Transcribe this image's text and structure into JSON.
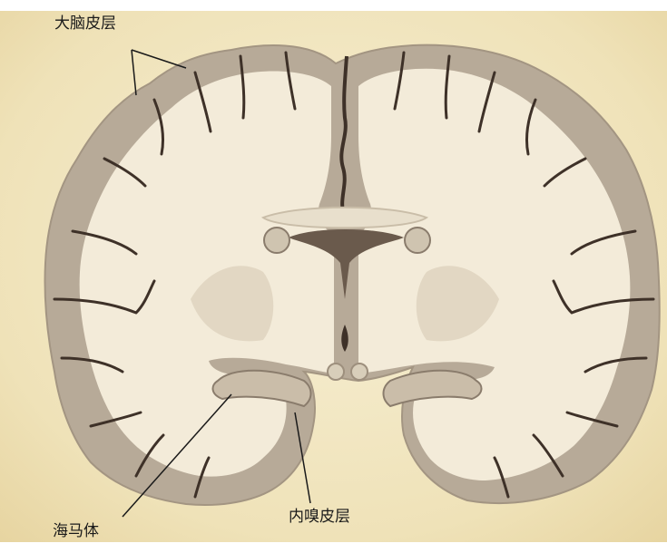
{
  "labels": {
    "cerebral_cortex": "大脑皮层",
    "hippocampus": "海马体",
    "entorhinal_cortex": "内嗅皮层"
  },
  "colors": {
    "background": "#f1e6c2",
    "white_matter": "#f3ebd9",
    "gray_matter": "#b7aa98",
    "sulcus": "#3e3128",
    "ventricle": "#6a5a4c",
    "leader_line": "#1a1a1a"
  }
}
